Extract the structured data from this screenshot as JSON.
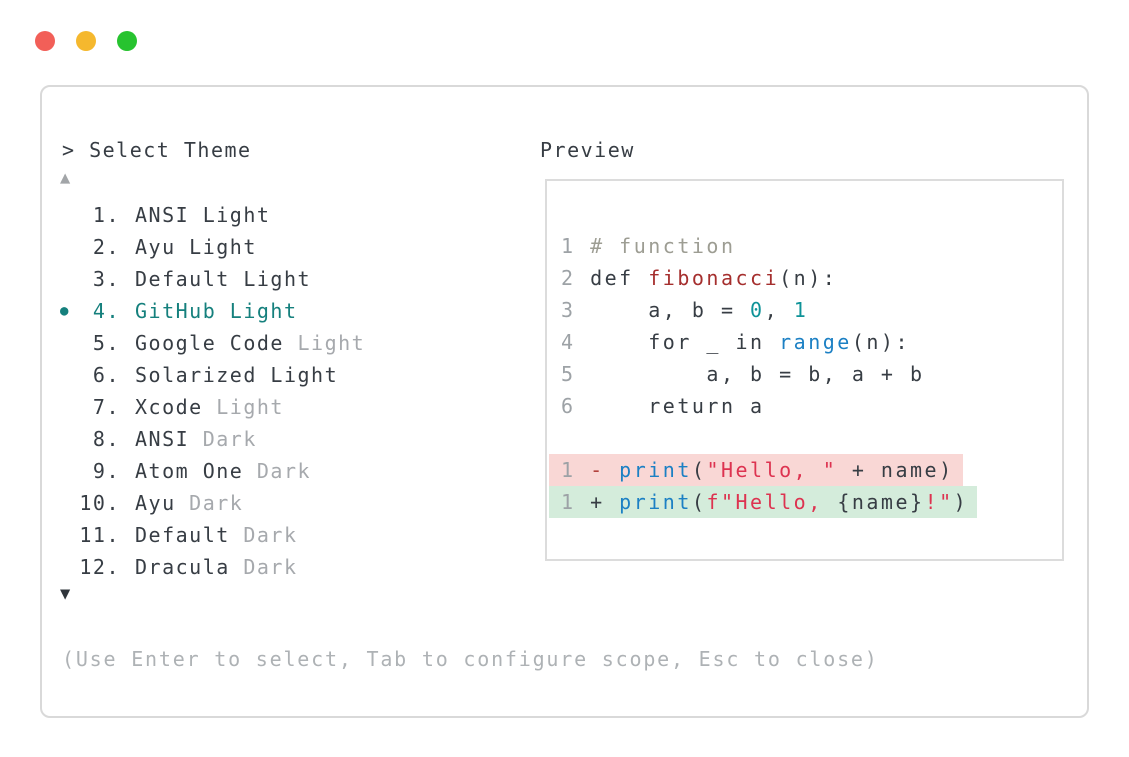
{
  "window": {
    "traffic_lights": [
      {
        "name": "close",
        "color": "#f25f58"
      },
      {
        "name": "minimize",
        "color": "#f5b82e"
      },
      {
        "name": "zoom",
        "color": "#27c32f"
      }
    ]
  },
  "theme_selector": {
    "title": "> Select Theme",
    "scroll_up_icon": "▲",
    "scroll_down_icon": "▼",
    "selected_indicator": "●",
    "accent_color": "#15807d",
    "items": [
      {
        "number": "1.",
        "name": "ANSI Light",
        "suffix": "",
        "selected": false
      },
      {
        "number": "2.",
        "name": "Ayu Light",
        "suffix": "",
        "selected": false
      },
      {
        "number": "3.",
        "name": "Default Light",
        "suffix": "",
        "selected": false
      },
      {
        "number": "4.",
        "name": "GitHub Light",
        "suffix": "",
        "selected": true
      },
      {
        "number": "5.",
        "name": "Google Code",
        "suffix": "Light",
        "selected": false
      },
      {
        "number": "6.",
        "name": "Solarized Light",
        "suffix": "",
        "selected": false
      },
      {
        "number": "7.",
        "name": "Xcode",
        "suffix": "Light",
        "selected": false
      },
      {
        "number": "8.",
        "name": "ANSI",
        "suffix": "Dark",
        "selected": false
      },
      {
        "number": "9.",
        "name": "Atom One",
        "suffix": "Dark",
        "selected": false
      },
      {
        "number": "10.",
        "name": "Ayu",
        "suffix": "Dark",
        "selected": false
      },
      {
        "number": "11.",
        "name": "Default",
        "suffix": "Dark",
        "selected": false
      },
      {
        "number": "12.",
        "name": "Dracula",
        "suffix": "Dark",
        "selected": false
      }
    ]
  },
  "preview": {
    "label": "Preview",
    "diff_colors": {
      "deleted_bg": "#f9d7d5",
      "added_bg": "#d4ecdb"
    },
    "code_lines": [
      {
        "diff": "",
        "tokens": [
          {
            "t": "1",
            "c": "lnum"
          },
          {
            "t": " ",
            "c": "plain"
          },
          {
            "t": "# function",
            "c": "comment"
          }
        ]
      },
      {
        "diff": "",
        "tokens": [
          {
            "t": "2",
            "c": "lnum"
          },
          {
            "t": " def ",
            "c": "plain"
          },
          {
            "t": "fibonacci",
            "c": "func"
          },
          {
            "t": "(n):",
            "c": "plain"
          }
        ]
      },
      {
        "diff": "",
        "tokens": [
          {
            "t": "3",
            "c": "lnum"
          },
          {
            "t": "     a, b = ",
            "c": "plain"
          },
          {
            "t": "0",
            "c": "num"
          },
          {
            "t": ", ",
            "c": "plain"
          },
          {
            "t": "1",
            "c": "num"
          }
        ]
      },
      {
        "diff": "",
        "tokens": [
          {
            "t": "4",
            "c": "lnum"
          },
          {
            "t": "     for _ in ",
            "c": "plain"
          },
          {
            "t": "range",
            "c": "builtin"
          },
          {
            "t": "(n):",
            "c": "plain"
          }
        ]
      },
      {
        "diff": "",
        "tokens": [
          {
            "t": "5",
            "c": "lnum"
          },
          {
            "t": "         a, b = b, a + b",
            "c": "plain"
          }
        ]
      },
      {
        "diff": "",
        "tokens": [
          {
            "t": "6",
            "c": "lnum"
          },
          {
            "t": "     return a",
            "c": "plain"
          }
        ]
      },
      {
        "diff": "",
        "tokens": []
      },
      {
        "diff": "del",
        "tokens": [
          {
            "t": "1",
            "c": "lnum"
          },
          {
            "t": " - ",
            "c": "delsign"
          },
          {
            "t": "print",
            "c": "builtin"
          },
          {
            "t": "(",
            "c": "plain"
          },
          {
            "t": "\"Hello, \"",
            "c": "string"
          },
          {
            "t": " + name)",
            "c": "plain"
          }
        ]
      },
      {
        "diff": "add",
        "tokens": [
          {
            "t": "1",
            "c": "lnum"
          },
          {
            "t": " + ",
            "c": "plain"
          },
          {
            "t": "print",
            "c": "builtin"
          },
          {
            "t": "(",
            "c": "plain"
          },
          {
            "t": "f\"Hello, ",
            "c": "string"
          },
          {
            "t": "{name}",
            "c": "plain"
          },
          {
            "t": "!\"",
            "c": "string"
          },
          {
            "t": ")",
            "c": "plain"
          }
        ]
      }
    ]
  },
  "footer": {
    "hint": "(Use Enter to select, Tab to configure scope, Esc to close)"
  }
}
